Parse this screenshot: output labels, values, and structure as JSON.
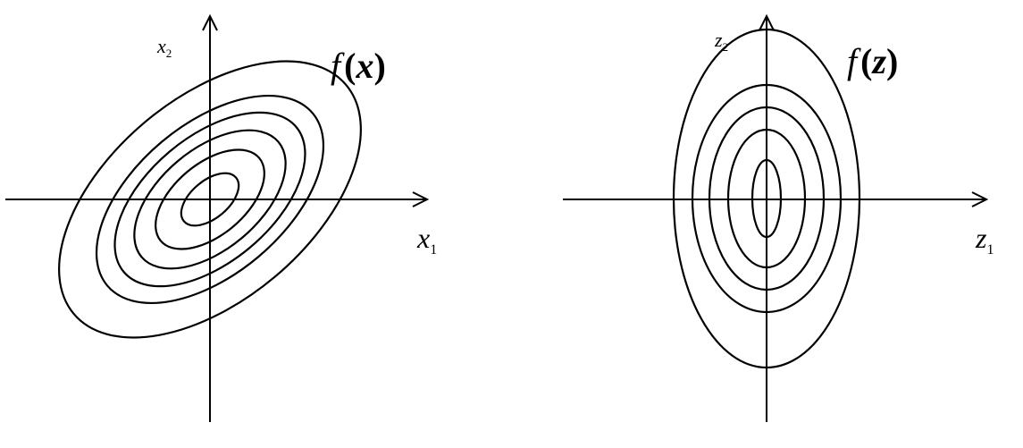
{
  "left_plot": {
    "function": {
      "name": "f",
      "open": "(",
      "var": "x",
      "close": ")"
    },
    "x_axis": {
      "var": "x",
      "sub": "1"
    },
    "y_axis": {
      "var": "x",
      "sub": "2"
    },
    "contour_count": 6,
    "orientation": "tilted-positive-correlation"
  },
  "right_plot": {
    "function": {
      "name": "f",
      "open": "(",
      "var": "z",
      "close": ")"
    },
    "x_axis": {
      "var": "z",
      "sub": "1"
    },
    "y_axis": {
      "var": "z",
      "sub": "2"
    },
    "contour_count": 5,
    "orientation": "axis-aligned-vertical"
  },
  "colors": {
    "stroke": "#000000",
    "background": "#ffffff"
  }
}
